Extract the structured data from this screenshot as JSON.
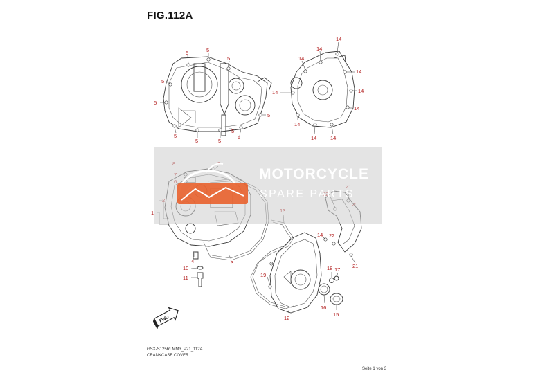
{
  "figure": {
    "title": "FIG.112A"
  },
  "watermark": {
    "line1": "MOTORCYCLE",
    "line2": "SPARE PARTS"
  },
  "footer": {
    "code": "GSX-S125RLMM3_P21_112A",
    "caption": "CRANKCASE COVER",
    "page": "Seite 1 von 3"
  },
  "direction_arrow": {
    "label": "FWD"
  },
  "callouts": {
    "c1": "1",
    "c2": "2",
    "c3": "3",
    "c4": "4",
    "c5a": "5",
    "c5b": "5",
    "c5c": "5",
    "c5d": "5",
    "c5e": "5",
    "c5f": "5",
    "c5g": "5",
    "c5h": "5",
    "c5i": "5",
    "c5j": "5",
    "c5k": "5",
    "c6": "6",
    "c7": "7",
    "c8": "8",
    "c9": "9",
    "c10": "10",
    "c11": "11",
    "c12": "12",
    "c13": "13",
    "c14a": "14",
    "c14b": "14",
    "c14c": "14",
    "c14d": "14",
    "c14e": "14",
    "c14f": "14",
    "c14g": "14",
    "c14h": "14",
    "c14i": "14",
    "c14j": "14",
    "c14k": "14",
    "c15": "15",
    "c16": "16",
    "c17": "17",
    "c18": "18",
    "c19": "19",
    "c20": "20",
    "c21a": "21",
    "c21b": "21",
    "c22a": "22",
    "c22b": "22"
  },
  "colors": {
    "callout": "#b01818",
    "line": "#3a3a3a",
    "watermark_accent": "#e8602c"
  }
}
